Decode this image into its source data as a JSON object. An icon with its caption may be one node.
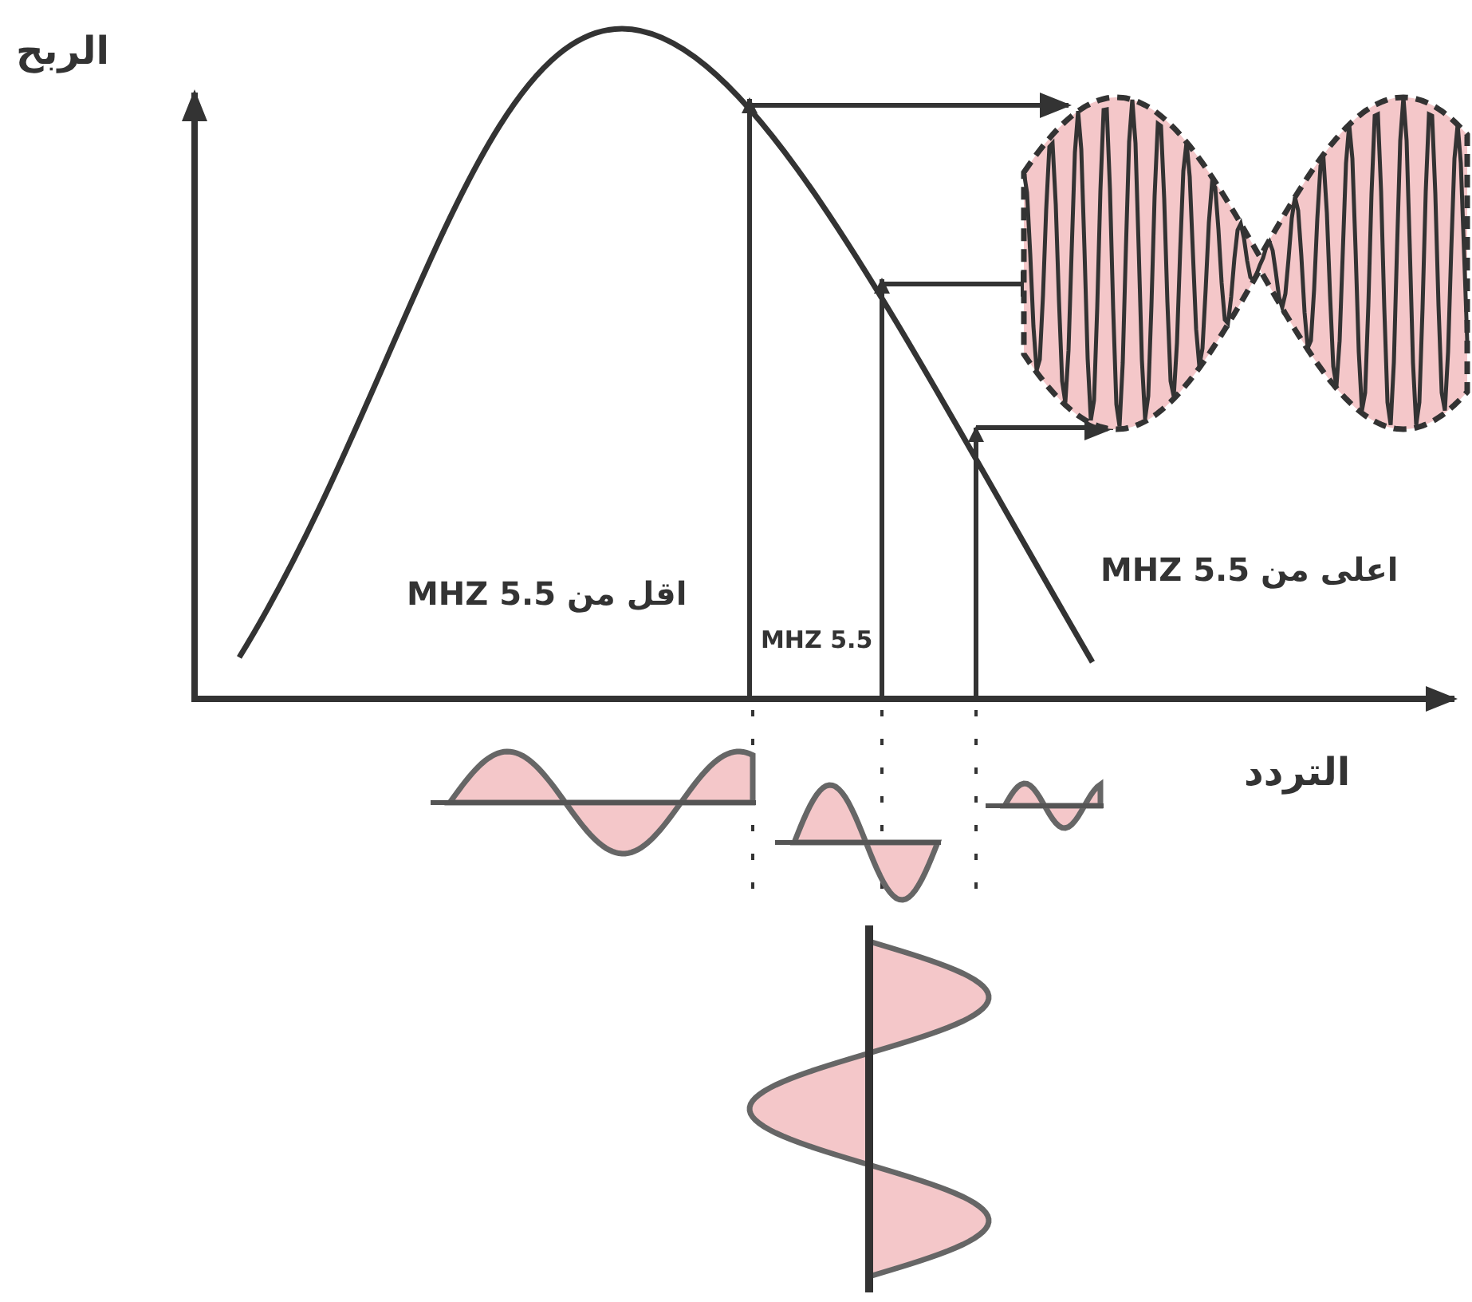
{
  "diagram": {
    "labels": [
      "الربح",
      "اقل من 5.5 MHZ",
      "اعلى من 5.5 MHZ",
      "5.5 MHZ",
      "التردد"
    ]
  }
}
